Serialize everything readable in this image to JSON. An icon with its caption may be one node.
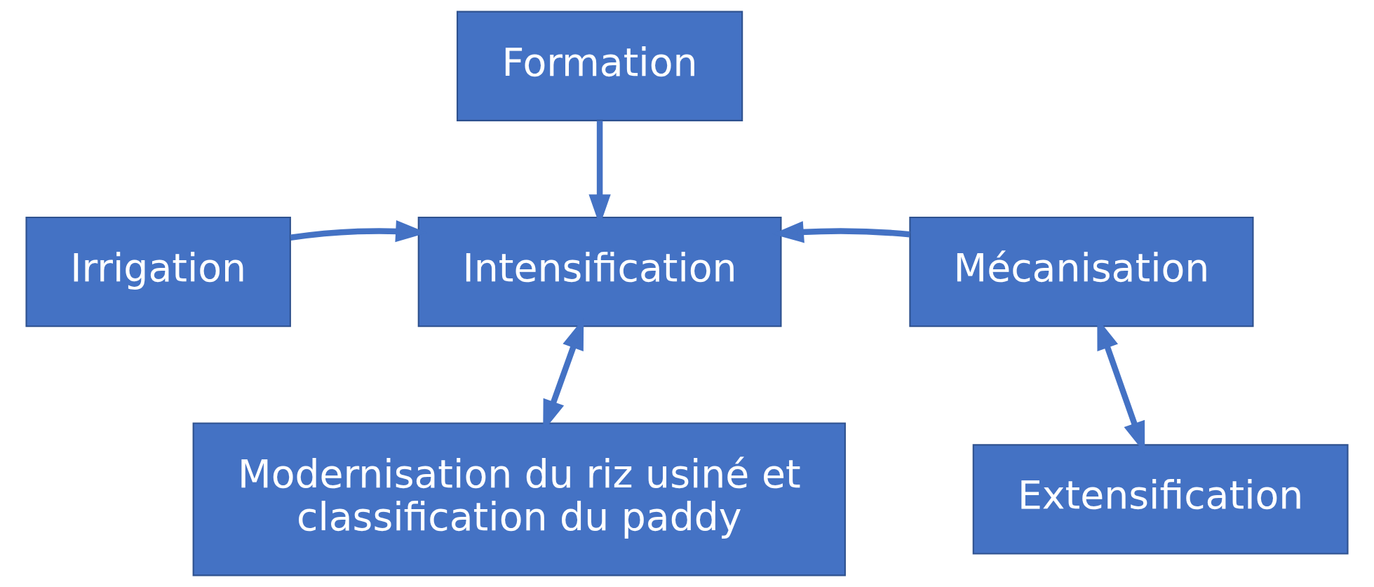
{
  "diagram": {
    "nodes": [
      {
        "text": [
          "Formation"
        ]
      },
      {
        "text": [
          "Irrigation"
        ]
      },
      {
        "text": [
          "Intensification"
        ]
      },
      {
        "text": [
          "Mécanisation"
        ]
      },
      {
        "text": [
          "Modernisation du riz usiné et classification du paddy"
        ]
      },
      {
        "text": [
          "Extensification"
        ]
      }
    ],
    "edges": [
      {
        "from": 0,
        "to": 2,
        "arrow": "to"
      },
      {
        "from": 1,
        "to": 2,
        "arrow": "to"
      },
      {
        "from": 3,
        "to": 2,
        "arrow": "to"
      },
      {
        "from": 2,
        "to": 4,
        "arrow": "both"
      },
      {
        "from": 3,
        "to": 5,
        "arrow": "both"
      }
    ]
  }
}
